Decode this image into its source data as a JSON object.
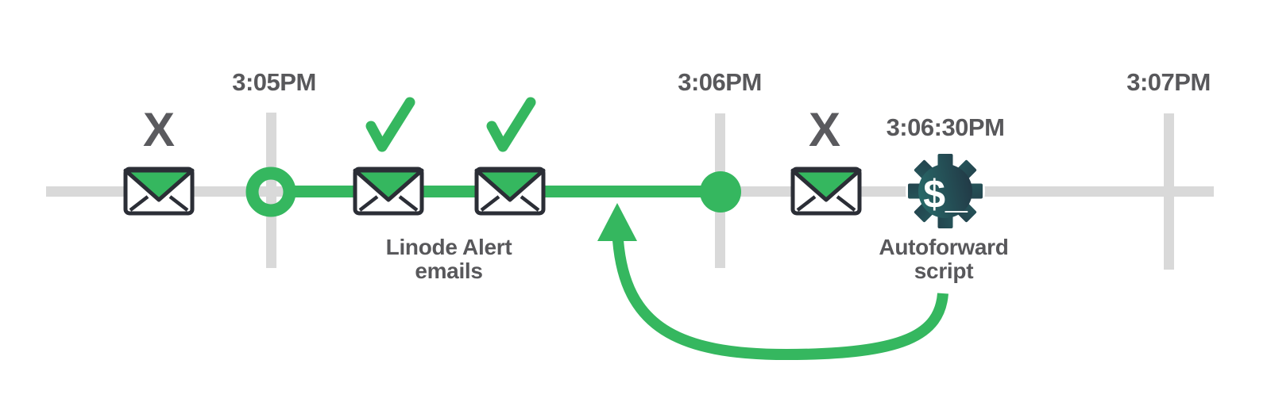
{
  "timeline": {
    "tick_labels": [
      "3:05PM",
      "3:06PM",
      "3:07PM"
    ],
    "event_time_label": "3:06:30PM"
  },
  "labels": {
    "alert_emails_line1": "Linode Alert",
    "alert_emails_line2": "emails",
    "autoforward_line1": "Autoforward",
    "autoforward_line2": "script"
  },
  "marks": {
    "blocked": "X",
    "gear_prompt": "$_"
  },
  "icons": {
    "email": "envelope-icon",
    "delivered": "checkmark-icon",
    "blocked": "x-mark",
    "script": "gear-dollar-icon",
    "loopback": "curved-arrow-up"
  },
  "colors": {
    "green": "#35b75f",
    "track_gray": "#d9d9d9",
    "text_gray": "#58585b",
    "envelope_outline": "#2b2e36",
    "gear_teal": "#2a7370",
    "gear_dark": "#20303f"
  }
}
